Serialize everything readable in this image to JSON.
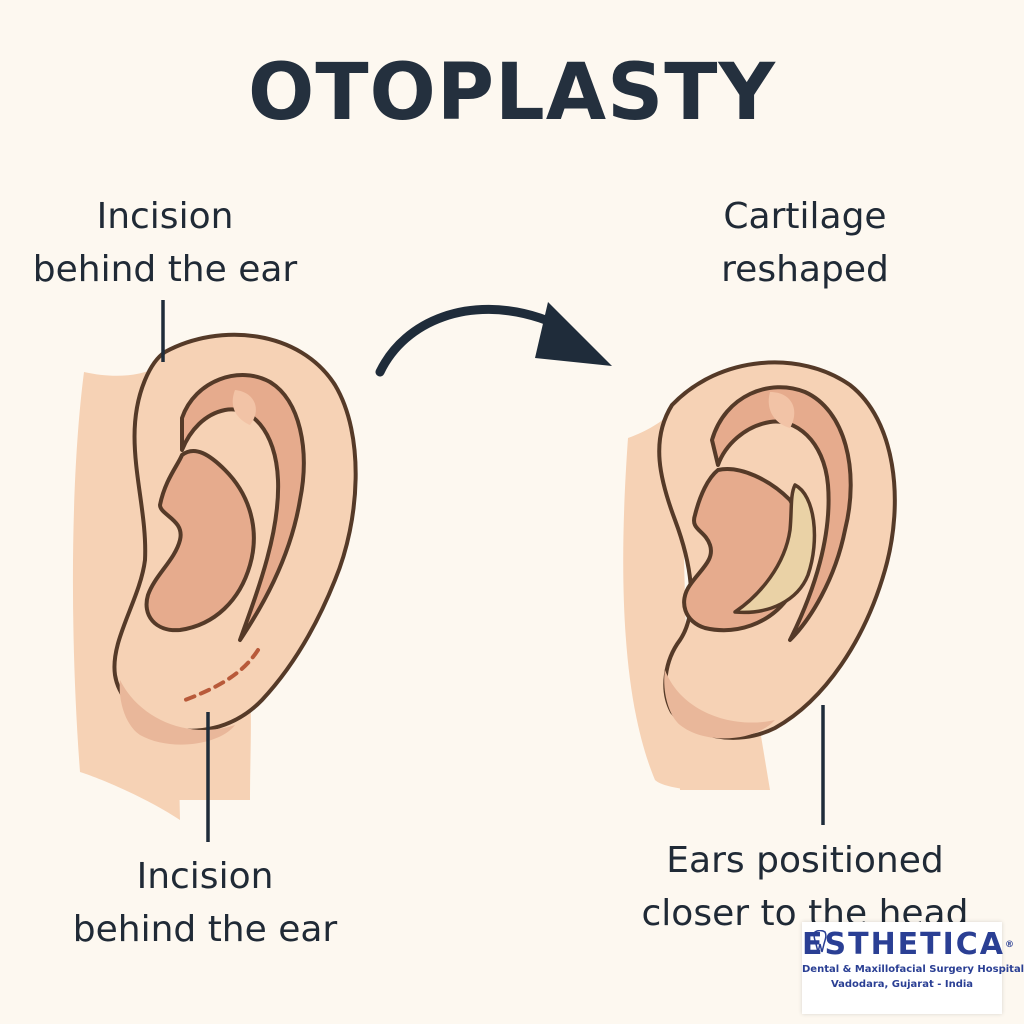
{
  "title": "OTOPLASTY",
  "labels": {
    "top_left": [
      "Incision",
      "behind the ear"
    ],
    "bottom_left": [
      "Incision",
      "behind the ear"
    ],
    "top_right": [
      "Cartilage",
      "reshaped"
    ],
    "bottom_right": [
      "Ears positioned",
      "closer to the head"
    ]
  },
  "logo": {
    "name": "ESTHETICA",
    "registered": "®",
    "line1": "Dental & Maxillofacial Surgery Hospital",
    "line2": "Vadodara, Gujarat - India"
  },
  "colors": {
    "background": "#fdf8f0",
    "skin": "#f6d2b5",
    "skin_shadow": "#e9b79a",
    "inner_ear": "#e6ab8d",
    "outline": "#553a28",
    "cartilage": "#ead2a6",
    "incision": "#b85a3a",
    "ink": "#1f2c3a",
    "brand": "#2a3f94"
  },
  "icons": [
    "arrow-right-curved-icon",
    "tooth-icon"
  ]
}
